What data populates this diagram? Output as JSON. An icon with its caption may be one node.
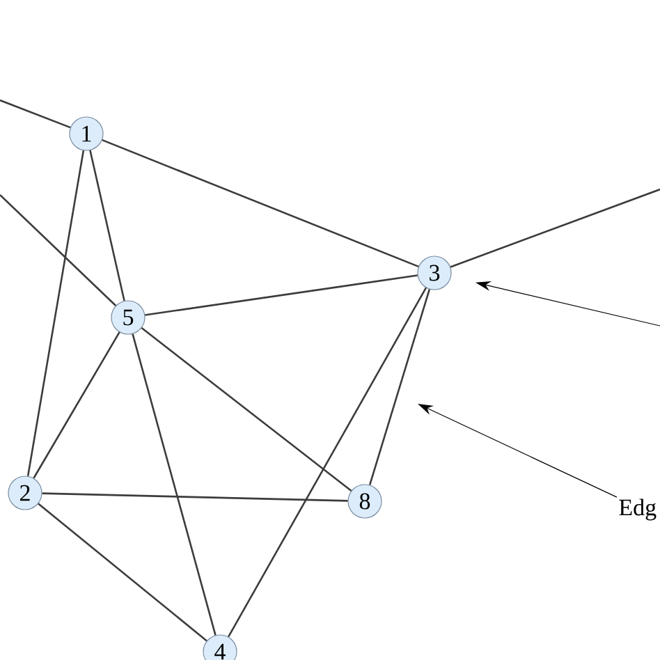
{
  "diagram": {
    "nodes": [
      {
        "text": [
          "1"
        ]
      },
      {
        "text": [
          "5"
        ]
      },
      {
        "text": [
          "3"
        ]
      },
      {
        "text": [
          "2"
        ]
      },
      {
        "text": [
          "8"
        ]
      },
      {
        "text": [
          "4"
        ]
      },
      {
        "text": [
          "Edg"
        ]
      }
    ],
    "edges": [
      {
        "from": 0,
        "to": 2,
        "arrow": "none"
      },
      {
        "from": 0,
        "to": 1,
        "arrow": "none"
      },
      {
        "from": 0,
        "to": 3,
        "arrow": "none"
      },
      {
        "from": 1,
        "to": 2,
        "arrow": "none"
      },
      {
        "from": 1,
        "to": 3,
        "arrow": "none"
      },
      {
        "from": 1,
        "to": 5,
        "arrow": "none"
      },
      {
        "from": 1,
        "to": 4,
        "arrow": "none"
      },
      {
        "from": 2,
        "to": 4,
        "arrow": "none"
      },
      {
        "from": 2,
        "to": 5,
        "arrow": "none"
      },
      {
        "from": 3,
        "to": 4,
        "arrow": "none"
      },
      {
        "from": 3,
        "to": 5,
        "arrow": "none"
      },
      {
        "from": null,
        "to": 0,
        "arrow": "none"
      },
      {
        "from": null,
        "to": 1,
        "arrow": "none"
      },
      {
        "from": 2,
        "to": null,
        "arrow": "none"
      },
      {
        "from": null,
        "to": 2,
        "arrow": "to"
      },
      {
        "from": 6,
        "to": null,
        "arrow": "to"
      }
    ]
  }
}
